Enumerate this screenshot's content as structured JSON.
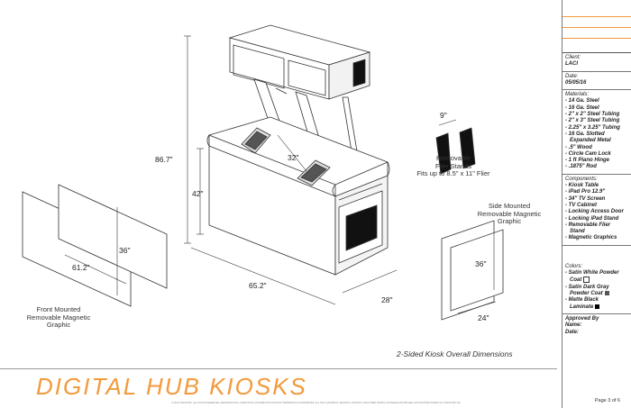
{
  "dimensions": {
    "width_total": "65.2\"",
    "height_total": "86.7\"",
    "table_height": "42\"",
    "stand_width": "32\"",
    "depth": "28\"",
    "flier_width": "9\"",
    "front_graphic_width": "61.2\"",
    "front_graphic_height": "36\"",
    "side_graphic_width": "24\"",
    "side_graphic_height": "36\""
  },
  "labels": {
    "flier_stands": [
      "Removable",
      "Flier Stands",
      "Fits up to 8.5\" x 11\" Flier"
    ],
    "side_graphic": [
      "Side Mounted",
      "Removable Magnetic",
      "Graphic"
    ],
    "front_graphic": [
      "Front Mounted",
      "Removable Magnetic",
      "Graphic"
    ]
  },
  "caption": "2-Sided Kiosk Overall Dimensions",
  "brand": "DIGITAL HUB KIOSKS",
  "legal": "© 2016 STRUXTRIC. ALL RIGHTS RESERVED. REPRODUCTION, ADAPTATION, DISTRIBUTION WITHOUT PERMISSION IS PROHIBITED. ALL TEXT, GRAPHICS, DESIGNS, CONTENT, AND OTHER WORKS CONTAINED WITHIN ARE COPYRIGHTED WORKS OF STRUXTRIC INC.",
  "page": "Page 3 of 6",
  "sidebar": {
    "client_label": "Client:",
    "client_value": "LACI",
    "date_label": "Date:",
    "date_value": "05/05/16",
    "materials_label": "Materials:",
    "materials": [
      "- 14 Ga. Steel",
      "- 16 Ga. Steel",
      "- 2\" x 2\" Steel Tubing",
      "- 2\" x 3\" Steel Tubing",
      "- 2.25\" x 3.25\" Tubing",
      "- 16 Ga. Slotted",
      "  Expanded Metal",
      "- .5\" Wood",
      "- Circle Cam Lock",
      "- 1 ft Piano Hinge",
      "- .1875\" Rod"
    ],
    "components_label": "Components:",
    "components": [
      "- Kiosk Table",
      "- iPad Pro 12.9\"",
      "- 34\" TV Screen",
      "- TV Cabinet",
      "- Locking Access Door",
      "- Locking iPad Stand",
      "- Removable Flier",
      "  Stand",
      "- Magnetic Graphics"
    ],
    "colors_label": "Colors:",
    "colors": [
      {
        "text": "- Satin White Powder",
        "swatch": ""
      },
      {
        "text": "  Coat",
        "swatch": "#ffffff"
      },
      {
        "text": "- Satin Dark Gray",
        "swatch": ""
      },
      {
        "text": "  Powder Coat",
        "swatch": "#555555"
      },
      {
        "text": "- Matte Black",
        "swatch": ""
      },
      {
        "text": "  Laminate",
        "swatch": "#000000"
      }
    ],
    "approved_label": "Approved By",
    "name_label": "Name:",
    "date2_label": "Date:"
  },
  "accent_color": "#f39a3c"
}
